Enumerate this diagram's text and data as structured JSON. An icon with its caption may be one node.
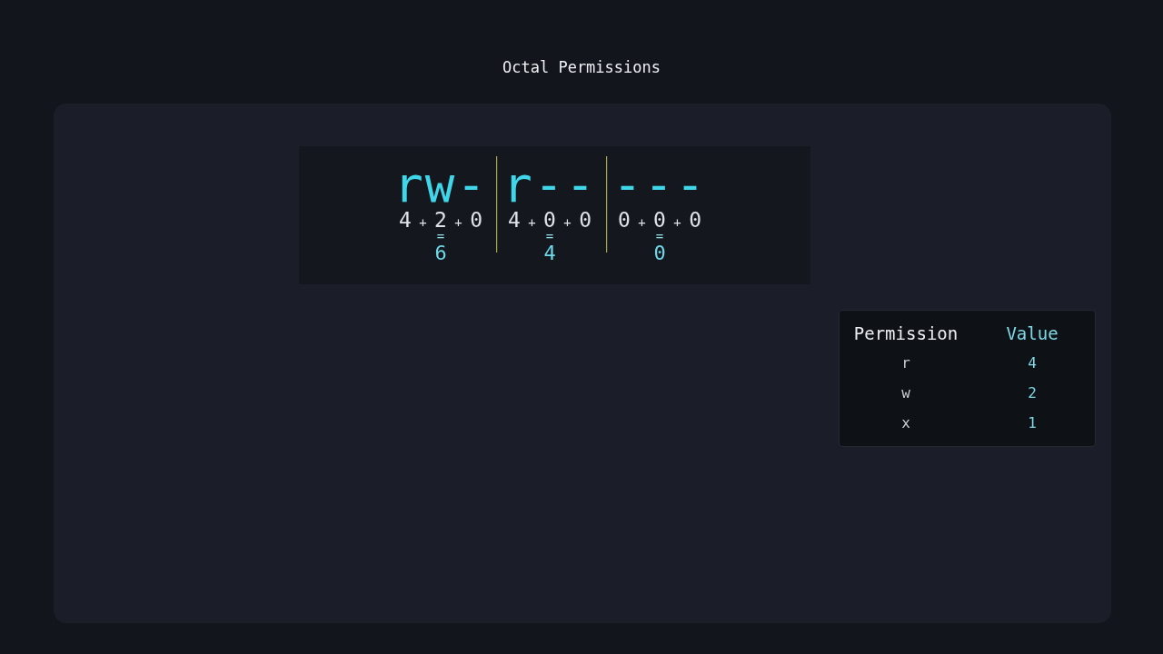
{
  "diagram": {
    "title": "Octal Permissions",
    "nodes": [
      {
        "text": [],
        "shape": "box"
      },
      {
        "text": [
          "rw-",
          "4 + 2 + 0",
          "=",
          "6",
          "r--",
          "4 + 0 + 0",
          "=",
          "4",
          "---",
          "0 + 0 + 0",
          "=",
          "0"
        ],
        "in": 0
      },
      {
        "text": [
          "Permission",
          "Value",
          "r",
          "4",
          "w",
          "2",
          "x",
          "1"
        ],
        "in": 0
      }
    ]
  }
}
